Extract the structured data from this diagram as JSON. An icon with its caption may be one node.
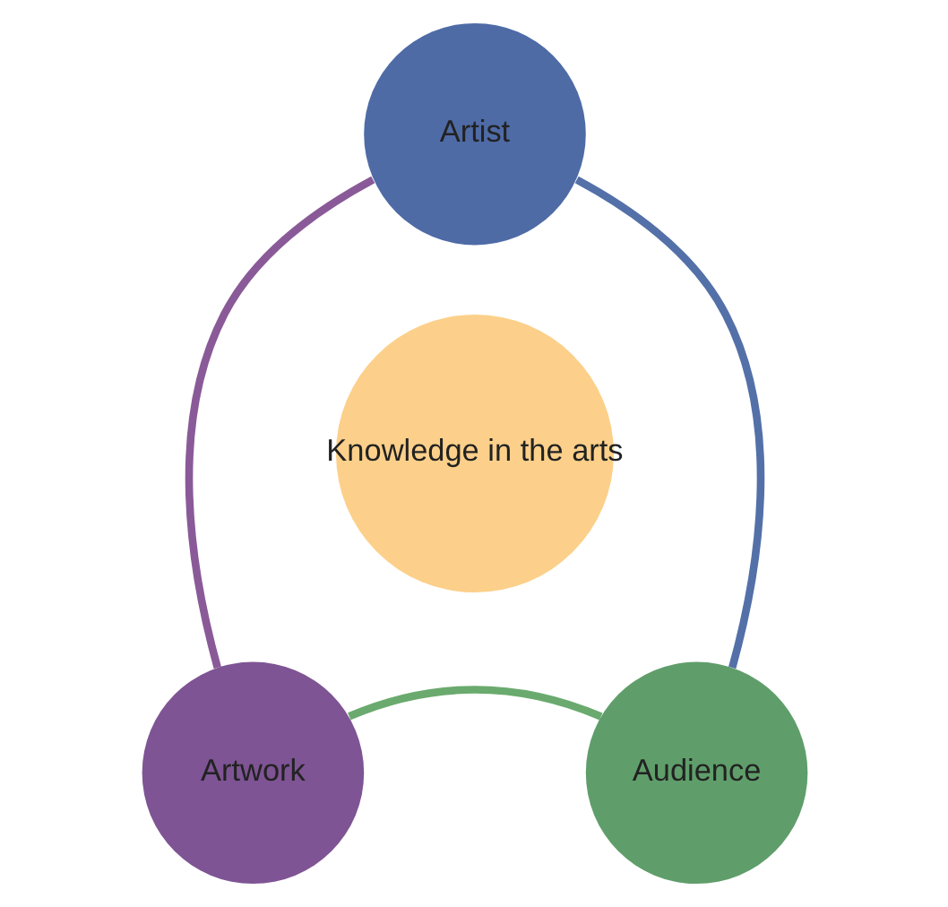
{
  "diagram": {
    "nodes": [
      {
        "text": [
          "Artist"
        ]
      },
      {
        "text": [
          "Knowledge in the arts"
        ]
      },
      {
        "text": [
          "Artwork"
        ]
      },
      {
        "text": [
          "Audience"
        ]
      }
    ],
    "edges": [
      {
        "from": 0,
        "to": 3,
        "arrow": "none",
        "color": "#5470a8"
      },
      {
        "from": 3,
        "to": 2,
        "arrow": "none",
        "color": "#6aaa6e"
      },
      {
        "from": 2,
        "to": 0,
        "arrow": "none",
        "color": "#8a5a98"
      }
    ]
  }
}
